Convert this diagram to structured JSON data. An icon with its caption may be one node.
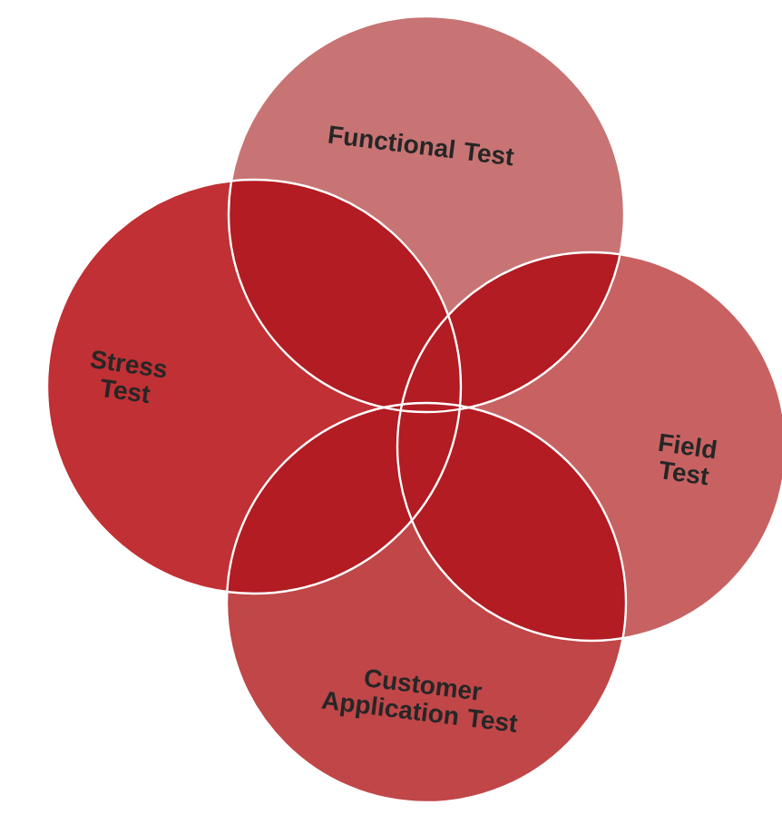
{
  "diagram": {
    "nodes": [
      {
        "text": [
          "Functional Test"
        ]
      },
      {
        "text": [
          "Stress Test"
        ]
      },
      {
        "text": [
          "Field Test"
        ]
      },
      {
        "text": [
          "Customer Application Test"
        ]
      }
    ]
  }
}
